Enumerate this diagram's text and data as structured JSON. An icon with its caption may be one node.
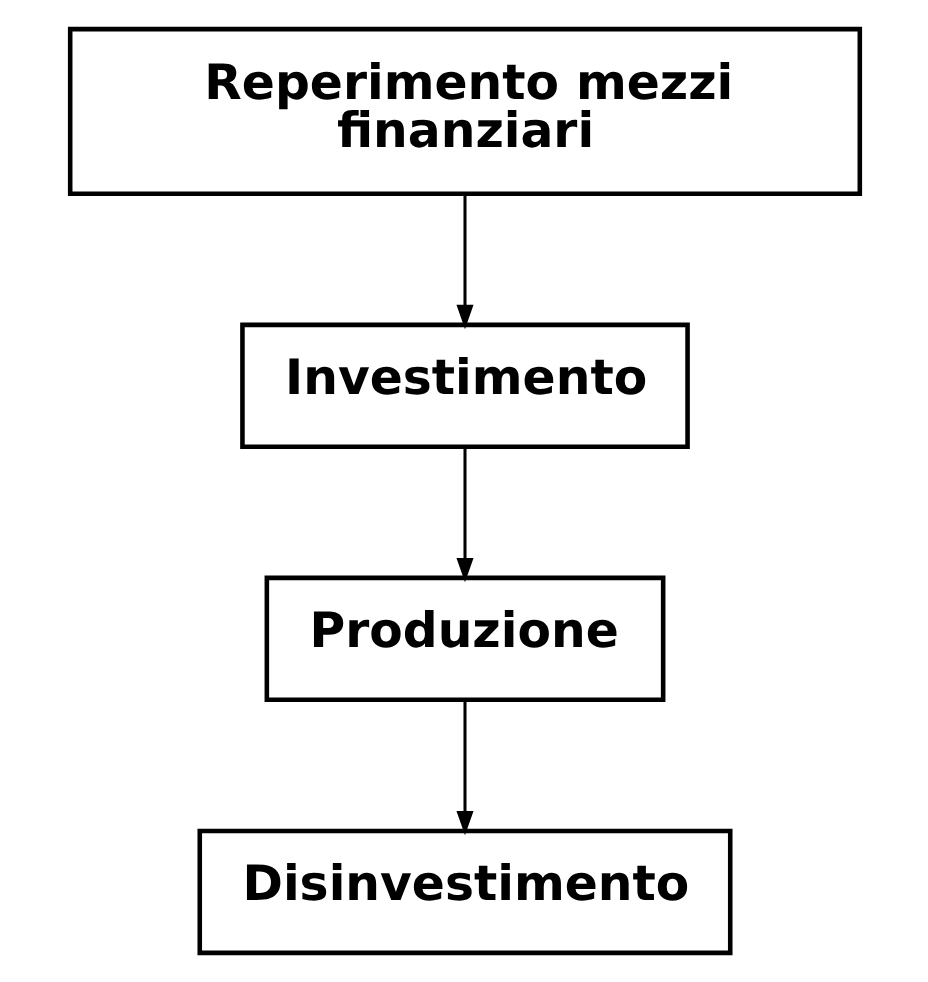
{
  "diagram": {
    "nodes": [
      {
        "text": [
          "Reperimento mezzi finanziari"
        ]
      },
      {
        "text": [
          "Investimento"
        ]
      },
      {
        "text": [
          "Produzione"
        ]
      },
      {
        "text": [
          "Disinvestimento"
        ]
      }
    ],
    "edges": [
      {
        "from": 0,
        "to": 1,
        "arrow": "to"
      },
      {
        "from": 1,
        "to": 2,
        "arrow": "to"
      },
      {
        "from": 2,
        "to": 3,
        "arrow": "to"
      }
    ]
  }
}
